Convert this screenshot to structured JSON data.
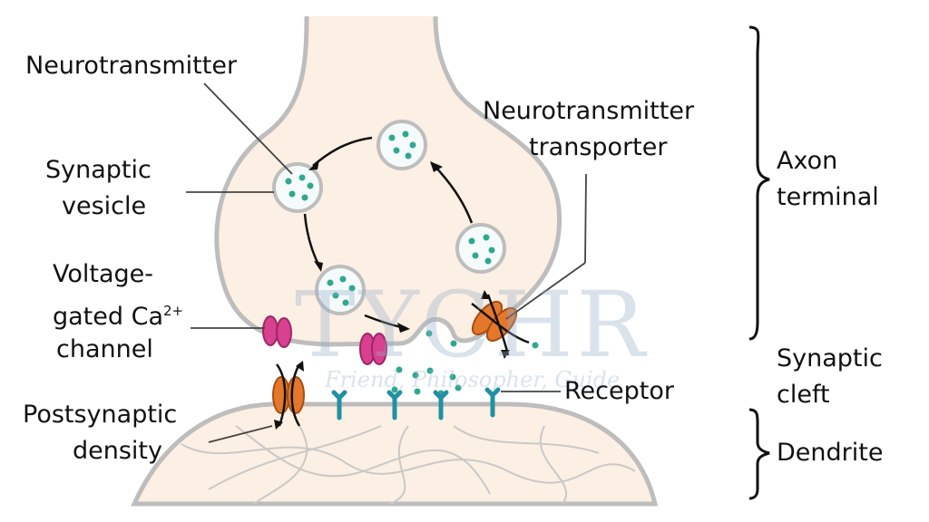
{
  "labels": {
    "neurotransmitter": "Neurotransmitter",
    "synaptic_vesicle_1": "Synaptic",
    "synaptic_vesicle_2": "vesicle",
    "voltage_1": "Voltage-",
    "voltage_2": "gated Ca",
    "voltage_sup": "2+",
    "voltage_3": "channel",
    "postsynaptic_1": "Postsynaptic",
    "postsynaptic_2": "density",
    "transporter_1": "Neurotransmitter",
    "transporter_2": "transporter",
    "receptor": "Receptor",
    "axon_1": "Axon",
    "axon_2": "terminal",
    "cleft_1": "Synaptic",
    "cleft_2": "cleft",
    "dendrite": "Dendrite"
  },
  "watermark": {
    "main": "TYCHR",
    "tagline": "Friend, Philosopher, Guide"
  },
  "colors": {
    "cell": "#fcefe3",
    "membrane": "#bdbdbd",
    "neurotransmitter": "#2fa88f",
    "ca_channel": "#d9408f",
    "transporter": "#e5772b",
    "receptor": "#2290a3"
  }
}
